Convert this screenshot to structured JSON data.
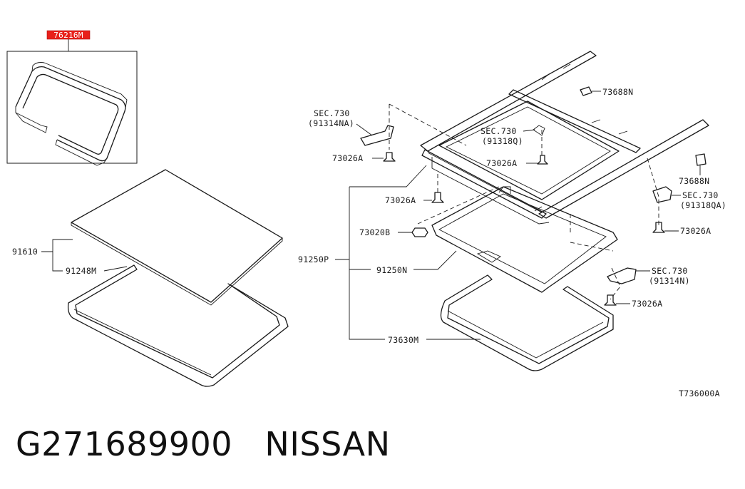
{
  "highlighted_part": {
    "code": "76216M",
    "highlight_color": "#e8201a"
  },
  "callouts": {
    "c_73688N_top": "73688N",
    "c_sec730_a": "SEC.730",
    "c_sec730_a_sub": "(91314NA)",
    "c_sec730_b": "SEC.730",
    "c_sec730_b_sub": "(91318Q)",
    "c_73026A_1": "73026A",
    "c_73026A_2": "73026A",
    "c_73026A_3": "73026A",
    "c_73688N_right": "73688N",
    "c_sec730_c": "SEC.730",
    "c_sec730_c_sub": "(91318QA)",
    "c_73026A_4": "73026A",
    "c_73020B": "73020B",
    "c_91610": "91610",
    "c_91248M": "91248M",
    "c_91250P": "91250P",
    "c_91250N": "91250N",
    "c_sec730_d": "SEC.730",
    "c_sec730_d_sub": "(91314N)",
    "c_73026A_5": "73026A",
    "c_73630M": "73630M",
    "diagram_ref": "T736000A"
  },
  "caption": {
    "part_number": "G271689900",
    "brand": "NISSAN"
  }
}
